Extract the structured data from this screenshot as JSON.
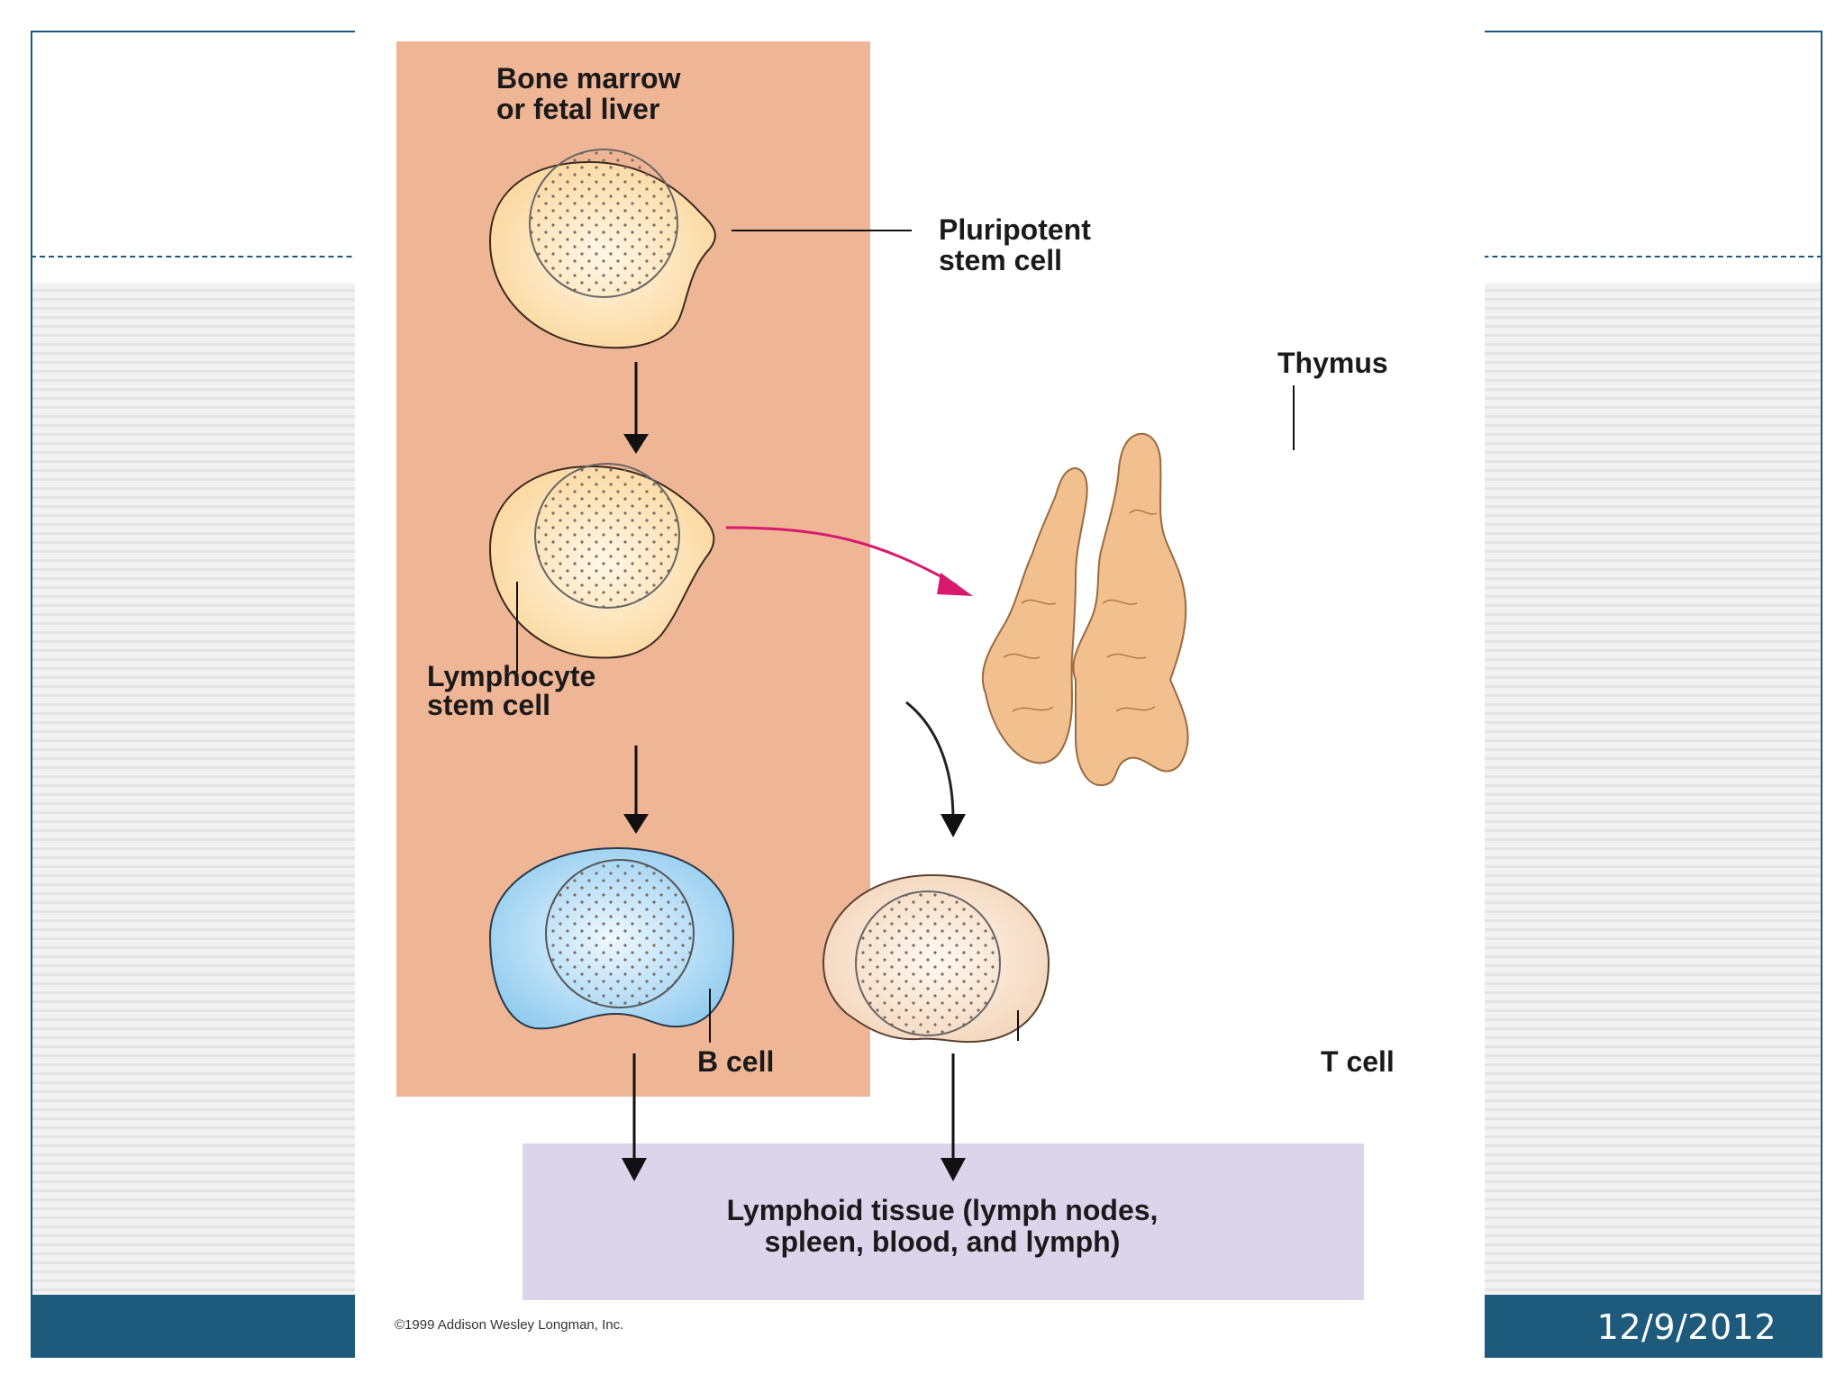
{
  "slide": {
    "date": "12/9/2012"
  },
  "diagram": {
    "labels": {
      "bone_marrow_line1": "Bone marrow",
      "bone_marrow_line2": "or fetal liver",
      "pluripotent_line1": "Pluripotent",
      "pluripotent_line2": "stem cell",
      "thymus": "Thymus",
      "lymphocyte_line1": "Lymphocyte",
      "lymphocyte_line2": "stem cell",
      "b_cell": "B cell",
      "t_cell": "T cell",
      "lymphoid_line1": "Lymphoid tissue (lymph nodes,",
      "lymphoid_line2": "spleen, blood, and lymph)"
    },
    "copyright": "©1999 Addison Wesley Longman, Inc.",
    "colors": {
      "marrow_panel": "#efb696",
      "lymphoid_panel": "#dcd4ea",
      "stem_cell_fill": "#fbdca0",
      "b_cell_fill": "#a6d6f2",
      "t_cell_fill": "#f7dcc3",
      "thymus_fill": "#f2c08f",
      "migration_arrow": "#d81a6e"
    }
  }
}
